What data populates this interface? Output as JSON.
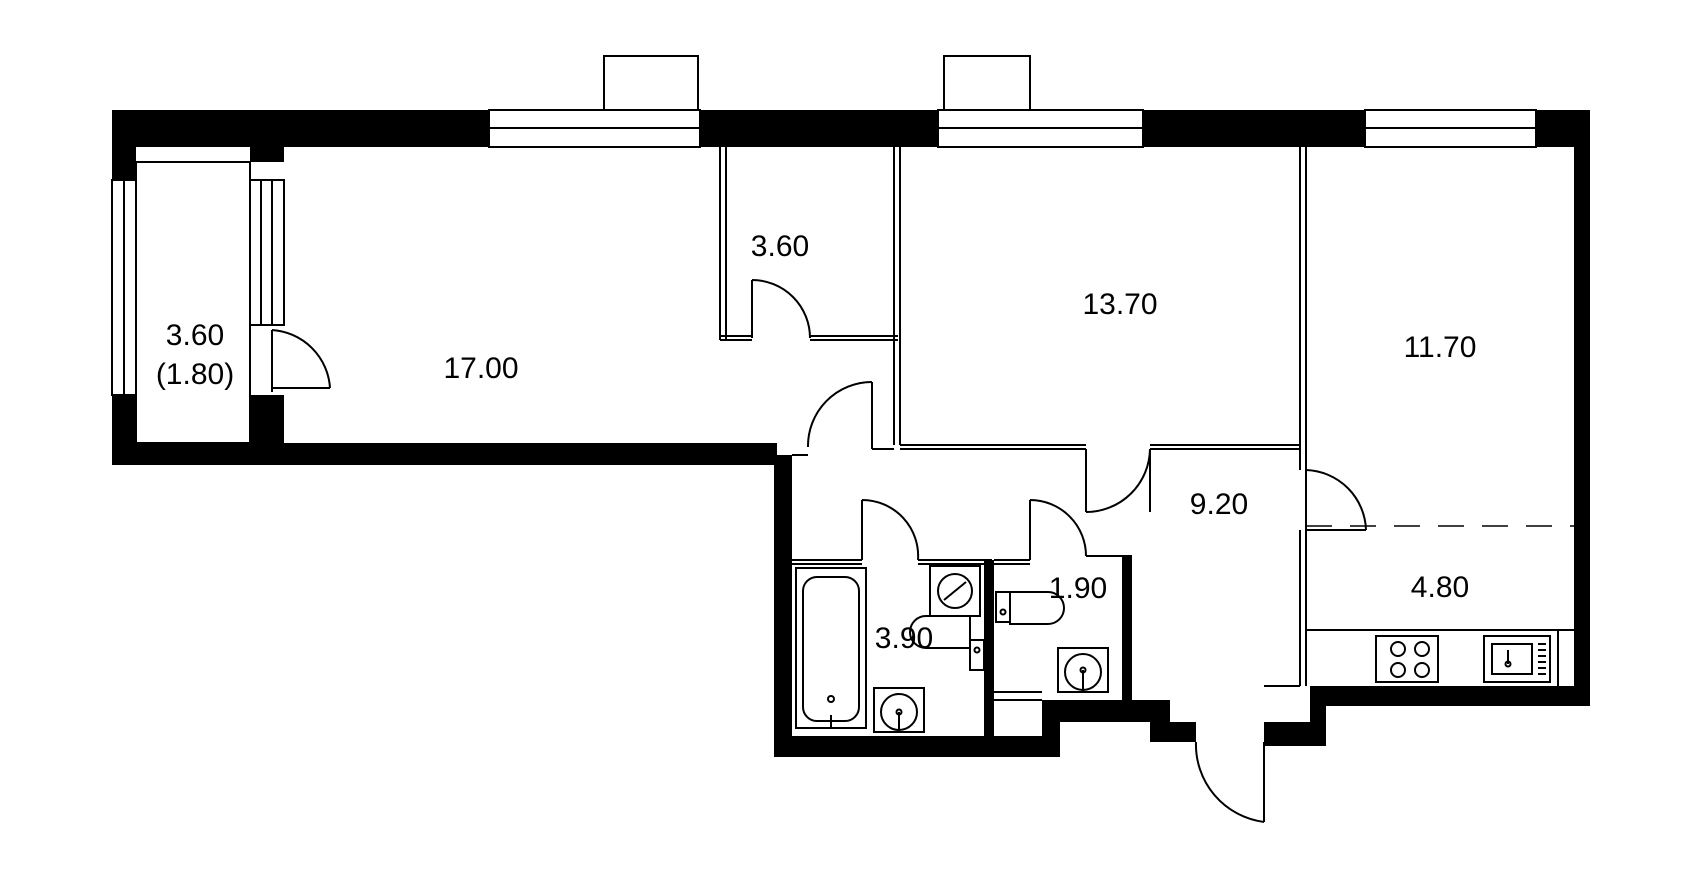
{
  "plan": {
    "colors": {
      "wall": "#000000",
      "background": "#ffffff"
    },
    "rooms": [
      {
        "id": "balcony",
        "area": "3.60",
        "extra": "(1.80)"
      },
      {
        "id": "living",
        "area": "17.00"
      },
      {
        "id": "storage",
        "area": "3.60"
      },
      {
        "id": "bedroom-1",
        "area": "13.70"
      },
      {
        "id": "bedroom-2",
        "area": "11.70"
      },
      {
        "id": "hall",
        "area": "9.20"
      },
      {
        "id": "kitchen",
        "area": "4.80"
      },
      {
        "id": "bathroom",
        "area": "3.90"
      },
      {
        "id": "toilet",
        "area": "1.90"
      }
    ]
  }
}
